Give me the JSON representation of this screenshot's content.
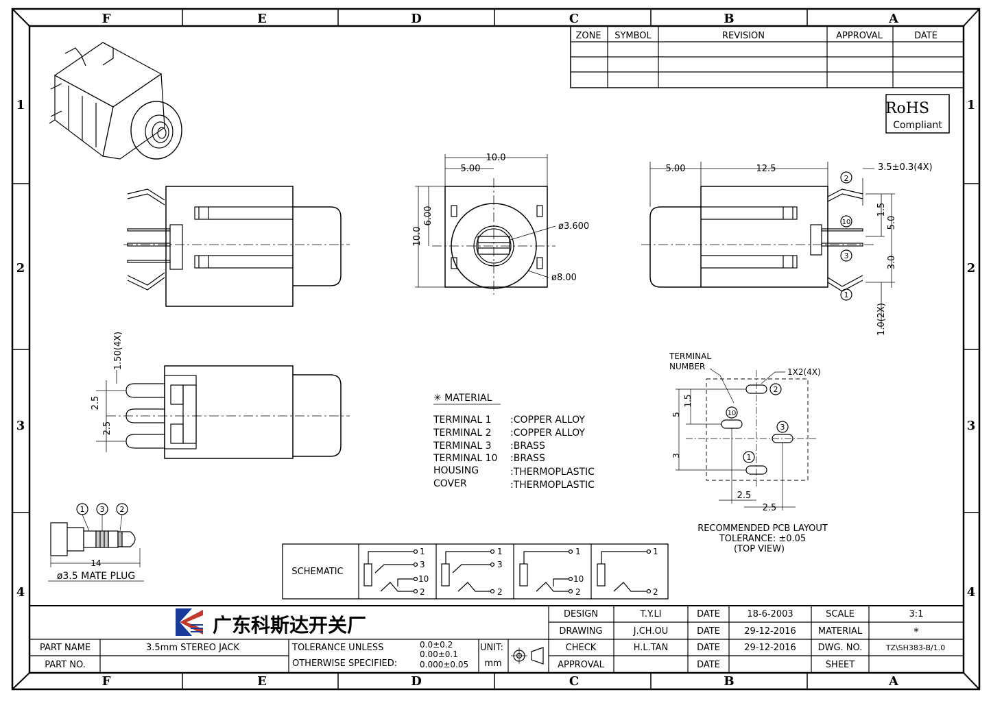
{
  "border": {
    "cols_top": [
      "F",
      "E",
      "D",
      "C",
      "B",
      "A"
    ],
    "cols_bottom": [
      "F",
      "E",
      "D",
      "C",
      "B",
      "A"
    ],
    "rows_left": [
      "1",
      "2",
      "3",
      "4"
    ],
    "rows_right": [
      "1",
      "2",
      "3",
      "4"
    ]
  },
  "revision_table": {
    "headers": [
      "ZONE",
      "SYMBOL",
      "REVISION",
      "APPROVAL",
      "DATE"
    ]
  },
  "rohs": {
    "line1": "RoHS",
    "line2": "Compliant"
  },
  "front_view": {
    "dim_10": "10.0",
    "dim_5": "5.00",
    "dim_h10": "10.0",
    "dim_h6": "6.00",
    "dia_inner": "ø3.600",
    "dia_outer": "ø8.00"
  },
  "right_view": {
    "dim_500": "5.00",
    "dim_125": "12.5",
    "dim_35": "3.5±0.3(4X)",
    "dim_15": "1.5",
    "dim_50": "5.0",
    "dim_30": "3.0",
    "dim_10_2x": "1.0(2X)",
    "term_2": "2",
    "term_10": "10",
    "term_3": "3",
    "term_1": "1"
  },
  "bottom_view": {
    "dim_150": "1.50(4X)",
    "dim_25a": "2.5",
    "dim_25b": "2.5"
  },
  "material": {
    "title": "✳ MATERIAL",
    "rows": [
      {
        "name": "TERMINAL  1",
        "value": ":COPPER  ALLOY"
      },
      {
        "name": "TERMINAL  2",
        "value": ":COPPER  ALLOY"
      },
      {
        "name": "TERMINAL  3",
        "value": ":BRASS"
      },
      {
        "name": "TERMINAL  10",
        "value": ":BRASS"
      },
      {
        "name": "HOUSING",
        "value": ":THERMOPLASTIC"
      },
      {
        "name": "COVER",
        "value": ":THERMOPLASTIC"
      }
    ]
  },
  "pcb_layout": {
    "terminal_label_1": "TERMINAL",
    "terminal_label_2": "NUMBER",
    "slot_dim": "1X2(4X)",
    "dim_5": "5",
    "dim_15": "1.5",
    "dim_3": "3",
    "dim_25a": "2.5",
    "dim_25b": "2.5",
    "caption_1": "RECOMMENDED PCB LAYOUT",
    "caption_2": "TOLERANCE: ±0.05",
    "caption_3": "(TOP VIEW)",
    "t2": "2",
    "t10": "10",
    "t3": "3",
    "t1": "1"
  },
  "plug": {
    "label": "ø3.5 MATE PLUG",
    "dim": "14",
    "n1": "1",
    "n3": "3",
    "n2": "2"
  },
  "schematic": {
    "label": "SCHEMATIC",
    "p1": "1",
    "p3": "3",
    "p10": "10",
    "p2": "2"
  },
  "title_block": {
    "company": "广东科斯达开关厂",
    "part_name_label": "PART NAME",
    "part_name": "3.5mm  STEREO  JACK",
    "part_no_label": "PART NO.",
    "tolerance_1": "TOLERANCE  UNLESS",
    "tolerance_2": "OTHERWISE  SPECIFIED:",
    "tol_a": "0.0±0.2",
    "tol_b": "0.00±0.1",
    "tol_c": "0.000±0.05",
    "unit_label": "UNIT:",
    "unit_value": "mm",
    "design_label": "DESIGN",
    "design_by": "T.Y.LI",
    "drawing_label": "DRAWING",
    "drawing_by": "J.CH.OU",
    "check_label": "CHECK",
    "check_by": "H.L.TAN",
    "approval_label": "APPROVAL",
    "date_label": "DATE",
    "date_design": "18-6-2003",
    "date_drawing": "29-12-2016",
    "date_check": "29-12-2016",
    "scale_label": "SCALE",
    "scale": "3:1",
    "material_label": "MATERIAL",
    "material": "*",
    "dwg_label": "DWG. NO.",
    "dwg_no": "TZ\\SH383-B/1.0",
    "sheet_label": "SHEET"
  }
}
